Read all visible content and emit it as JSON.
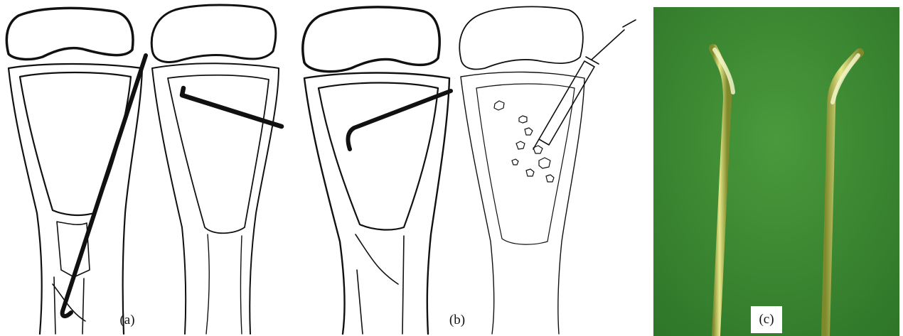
{
  "figure": {
    "panels": [
      {
        "label": "(a)"
      },
      {
        "label": "(b)"
      },
      {
        "label": "(c)"
      }
    ]
  },
  "colors": {
    "ink": "#111111",
    "background": "#ffffff",
    "photo_background": "#3f8a34",
    "rod": "#b9c24a"
  }
}
